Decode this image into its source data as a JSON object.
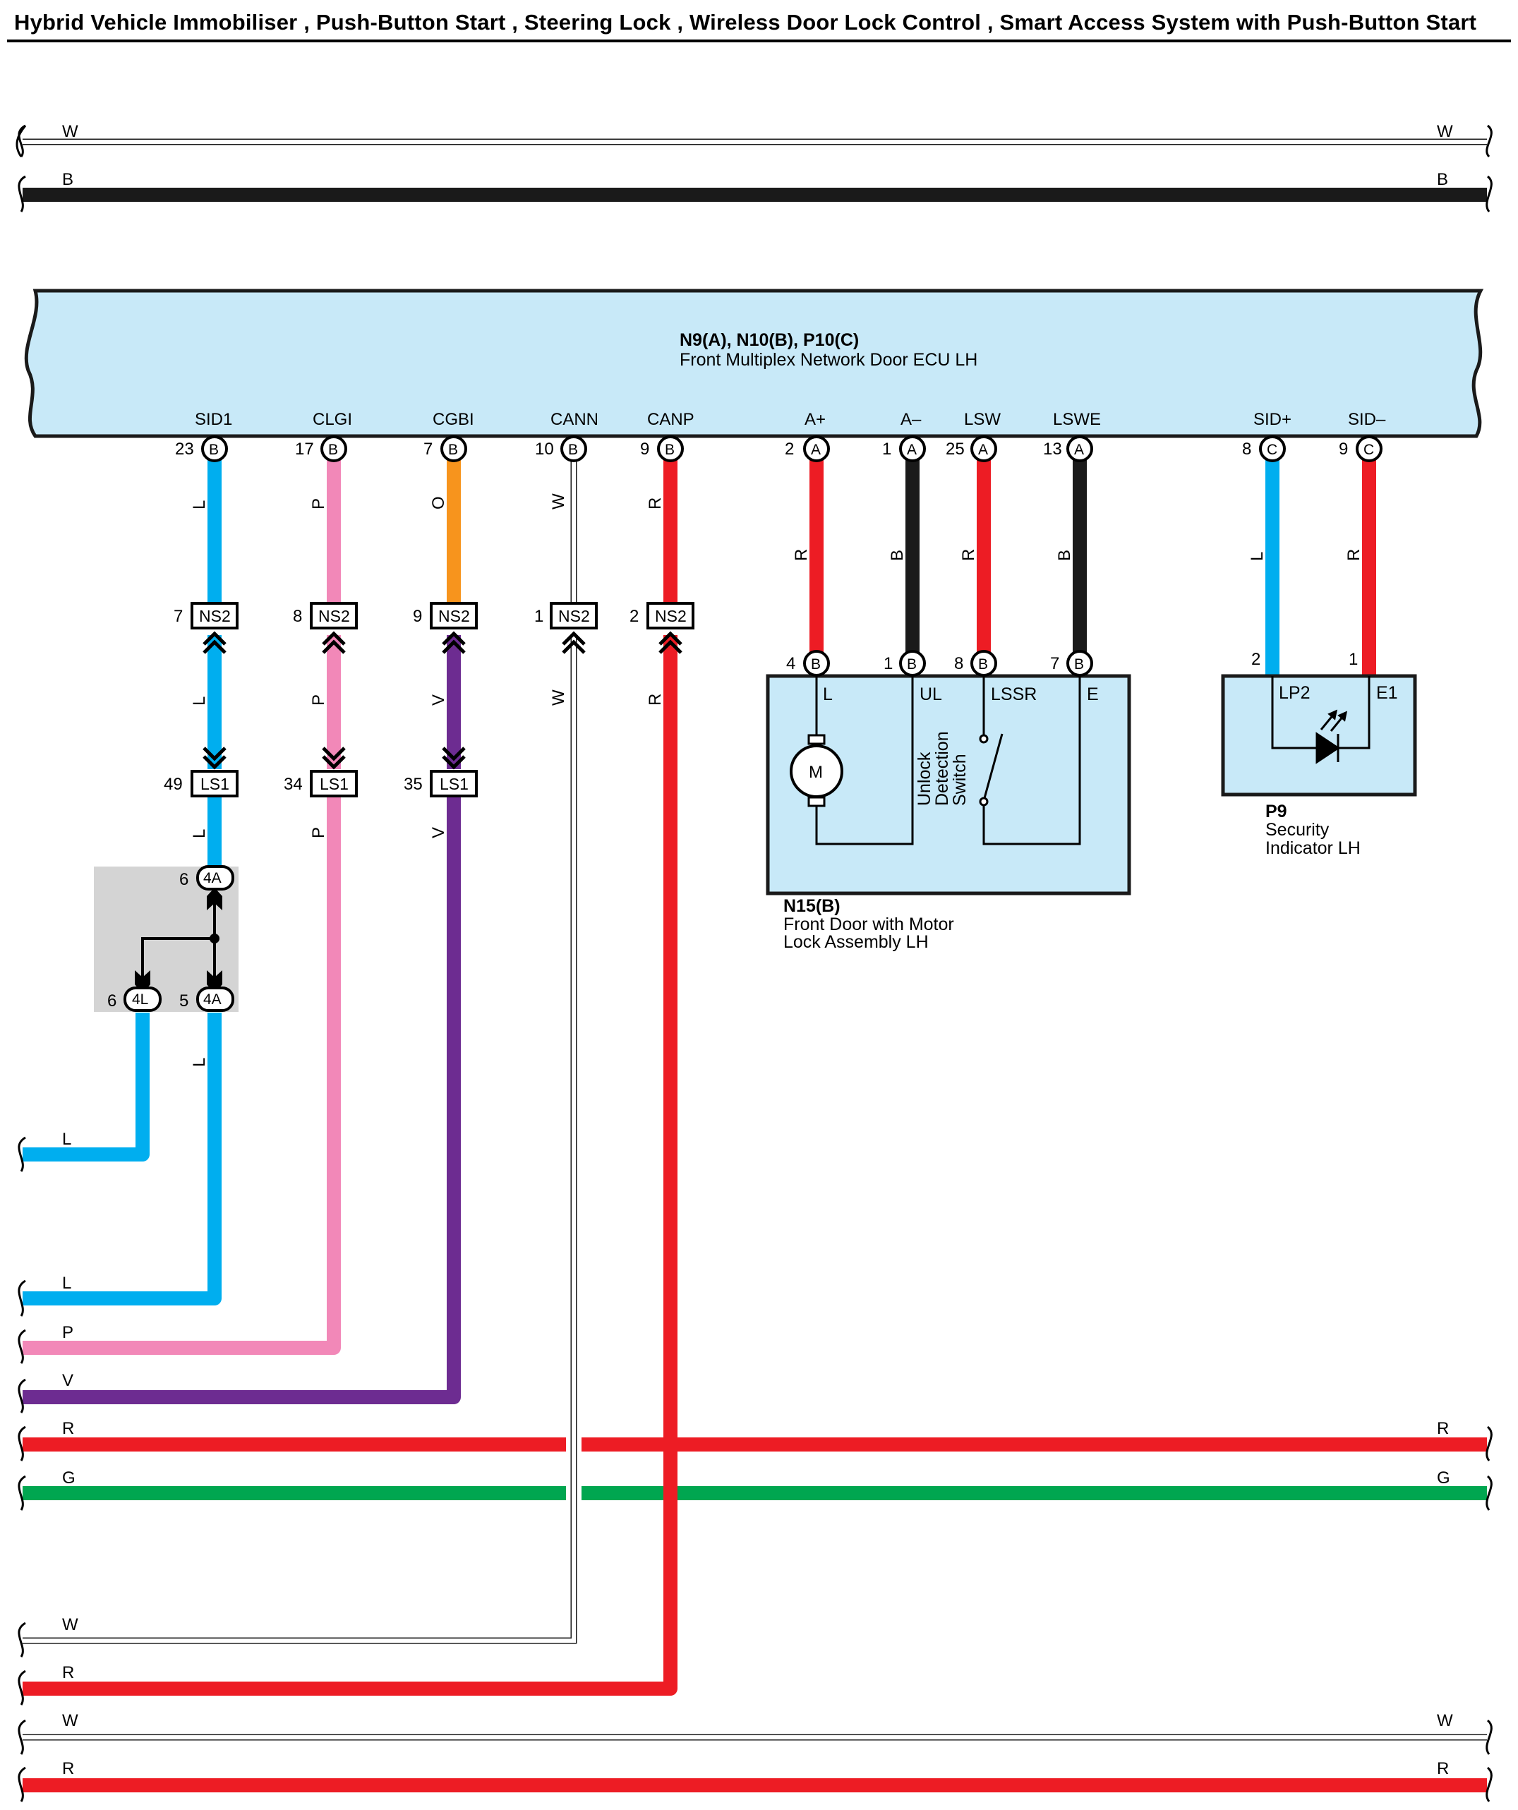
{
  "title": "Hybrid Vehicle Immobiliser , Push-Button Start , Steering Lock , Wireless Door Lock Control , Smart Access System with Push-Button Start",
  "colors": {
    "L": "#00aeef",
    "P": "#f288b8",
    "O": "#f7941d",
    "V": "#6d2c91",
    "R": "#ed1c24",
    "B": "#1a1a1a",
    "G": "#00a650",
    "W": "#ffffff",
    "ecu_fill": "#c8e9f8",
    "splice_fill": "#d4d4d4"
  },
  "top_wires": [
    {
      "color": "W",
      "label_left": "W",
      "label_right": "W"
    },
    {
      "color": "B",
      "label_left": "B",
      "label_right": "B"
    }
  ],
  "ecu": {
    "code": "N9(A), N10(B), P10(C)",
    "name": "Front Multiplex Network Door ECU LH",
    "terminals": [
      {
        "name": "SID1",
        "pin": "23",
        "conn": "B"
      },
      {
        "name": "CLGI",
        "pin": "17",
        "conn": "B"
      },
      {
        "name": "CGBI",
        "pin": "7",
        "conn": "B"
      },
      {
        "name": "CANN",
        "pin": "10",
        "conn": "B"
      },
      {
        "name": "CANP",
        "pin": "9",
        "conn": "B"
      },
      {
        "name": "A+",
        "pin": "2",
        "conn": "A"
      },
      {
        "name": "A–",
        "pin": "1",
        "conn": "A"
      },
      {
        "name": "LSW",
        "pin": "25",
        "conn": "A"
      },
      {
        "name": "LSWE",
        "pin": "13",
        "conn": "A"
      },
      {
        "name": "SID+",
        "pin": "8",
        "conn": "C"
      },
      {
        "name": "SID–",
        "pin": "9",
        "conn": "C"
      }
    ]
  },
  "wire_colors_upper": [
    "L",
    "P",
    "O",
    "W",
    "R",
    "R",
    "B",
    "R",
    "B",
    "L",
    "R"
  ],
  "ns2": {
    "name": "NS2",
    "pins": [
      "7",
      "8",
      "9",
      "1",
      "2"
    ]
  },
  "wire_colors_mid": [
    "L",
    "P",
    "V",
    "W",
    "R"
  ],
  "ls1": {
    "name": "LS1",
    "pins": [
      "49",
      "34",
      "35"
    ]
  },
  "wire_colors_lower": [
    "L",
    "P",
    "V"
  ],
  "splice": {
    "top": {
      "pin": "6",
      "conn": "4A"
    },
    "left": {
      "pin": "6",
      "conn": "4L"
    },
    "right": {
      "pin": "5",
      "conn": "4A"
    },
    "wire_below": "L"
  },
  "motor_lock": {
    "code": "N15(B)",
    "name_line1": "Front Door with Motor",
    "name_line2": "Lock Assembly LH",
    "pins": [
      {
        "pin": "4",
        "conn": "B",
        "inner": "L"
      },
      {
        "pin": "1",
        "conn": "B",
        "inner": "UL"
      },
      {
        "pin": "8",
        "conn": "B",
        "inner": "LSSR"
      },
      {
        "pin": "7",
        "conn": "B",
        "inner": "E"
      }
    ],
    "motor_symbol": "M",
    "switch_line1": "Unlock",
    "switch_line2": "Detection",
    "switch_line3": "Switch"
  },
  "indicator": {
    "code": "P9",
    "name_line1": "Security",
    "name_line2": "Indicator LH",
    "pins": [
      {
        "pin": "2",
        "inner": "LP2"
      },
      {
        "pin": "1",
        "inner": "E1"
      }
    ]
  },
  "left_wires": [
    {
      "label": "L"
    },
    {
      "label": "L"
    },
    {
      "label": "P"
    },
    {
      "label": "V"
    }
  ],
  "bus_wires": [
    {
      "label_left": "R",
      "label_right": "R"
    },
    {
      "label_left": "G",
      "label_right": "G"
    }
  ],
  "bottom_left_wires": [
    {
      "label": "W"
    },
    {
      "label": "R"
    }
  ],
  "bottom_wires": [
    {
      "label_left": "W",
      "label_right": "W"
    },
    {
      "label_left": "R",
      "label_right": "R"
    }
  ]
}
